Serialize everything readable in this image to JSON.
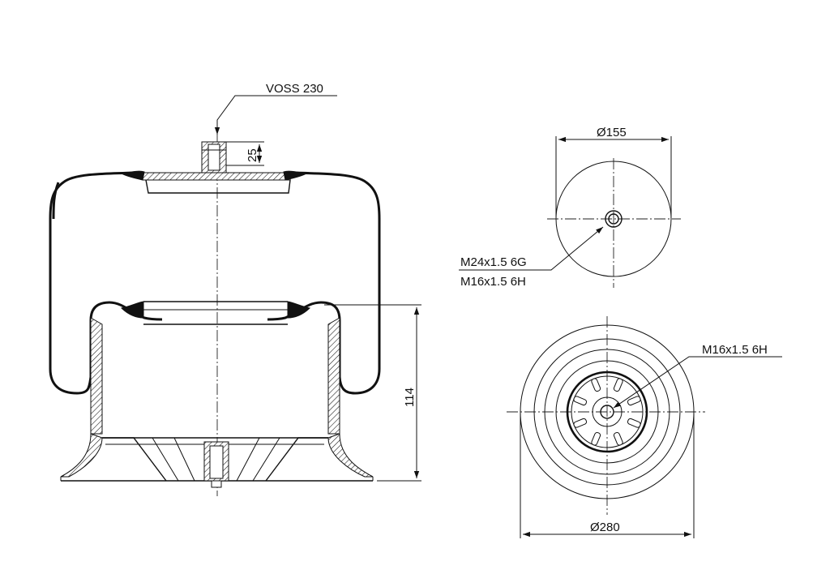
{
  "labels": {
    "connector": "VOSS 230",
    "stud_height": "25",
    "top_diameter": "Ø155",
    "top_thread_1": "M24x1.5 6G",
    "top_thread_2": "M16x1.5 6H",
    "bottom_thread": "M16x1.5 6H",
    "bottom_diameter": "Ø280",
    "height": "114"
  }
}
